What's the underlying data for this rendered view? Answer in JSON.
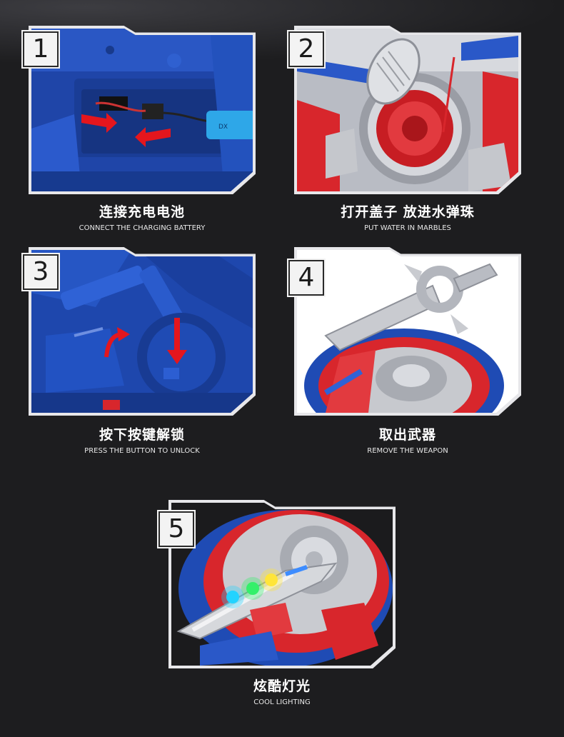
{
  "steps": [
    {
      "number": "1",
      "title_cn": "连接充电电池",
      "title_en": "CONNECT THE CHARGING BATTERY"
    },
    {
      "number": "2",
      "title_cn": "打开盖子 放进水弹珠",
      "title_en": "PUT WATER IN MARBLES"
    },
    {
      "number": "3",
      "title_cn": "按下按键解锁",
      "title_en": "PRESS THE BUTTON TO UNLOCK"
    },
    {
      "number": "4",
      "title_cn": "取出武器",
      "title_en": "REMOVE THE WEAPON"
    },
    {
      "number": "5",
      "title_cn": "炫酷灯光",
      "title_en": "COOL LIGHTING"
    }
  ],
  "colors": {
    "background": "#1d1d1f",
    "toy_blue": "#1f4fb5",
    "toy_red": "#d8262c",
    "toy_silver": "#c9cbd0",
    "arrow_red": "#e4161d"
  }
}
